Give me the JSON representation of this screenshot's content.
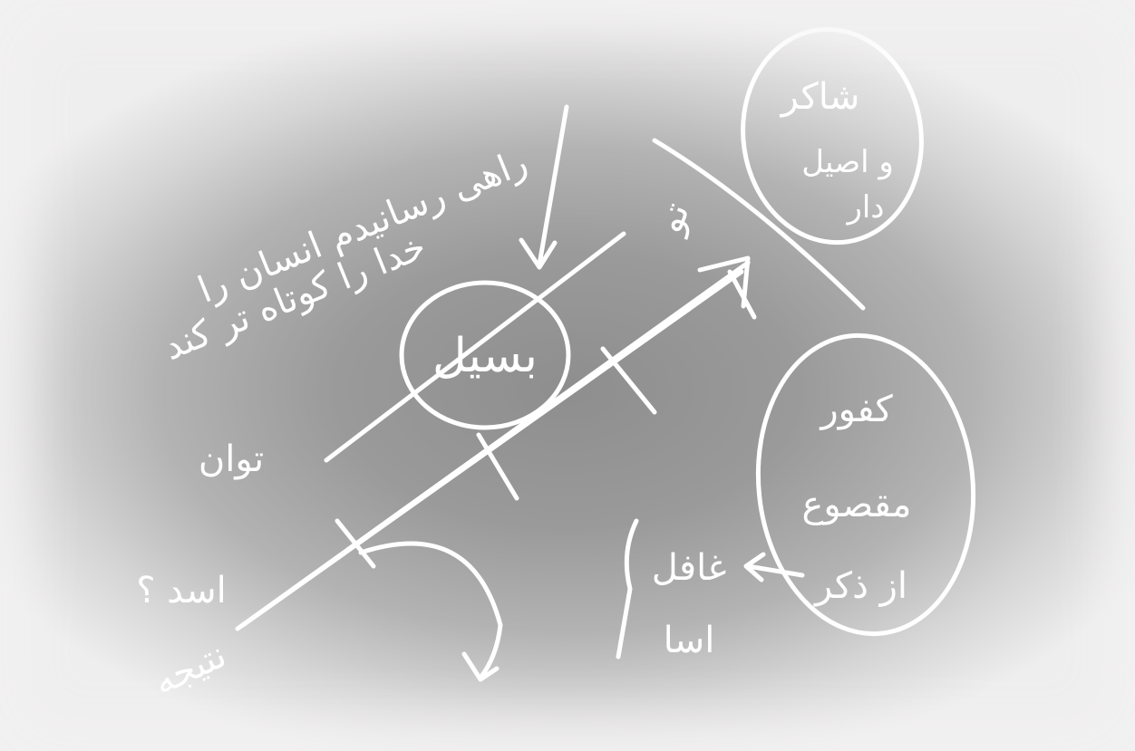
{
  "diagram": {
    "circle_top_right": {
      "lines": [
        "شاكر",
        "و اصيل",
        "دار"
      ]
    },
    "circle_center": {
      "label": "بسيل"
    },
    "circle_bottom_right": {
      "lines": [
        "كفور",
        "مقصوع",
        "از ذكر"
      ]
    },
    "top_left_annotation": {
      "lines": [
        "راهی رسانیدم انسان را",
        "خدا را كوتاه تر كند"
      ]
    },
    "arrow_tip_label": "تو",
    "left_label": "توان",
    "bottom_left_labels": [
      "اسد ؟",
      "نتيجه"
    ],
    "bottom_right_labels": [
      "غافل",
      "اسا"
    ],
    "colors": {
      "board": "#9a9a9a",
      "ink": "#ffffff"
    }
  }
}
